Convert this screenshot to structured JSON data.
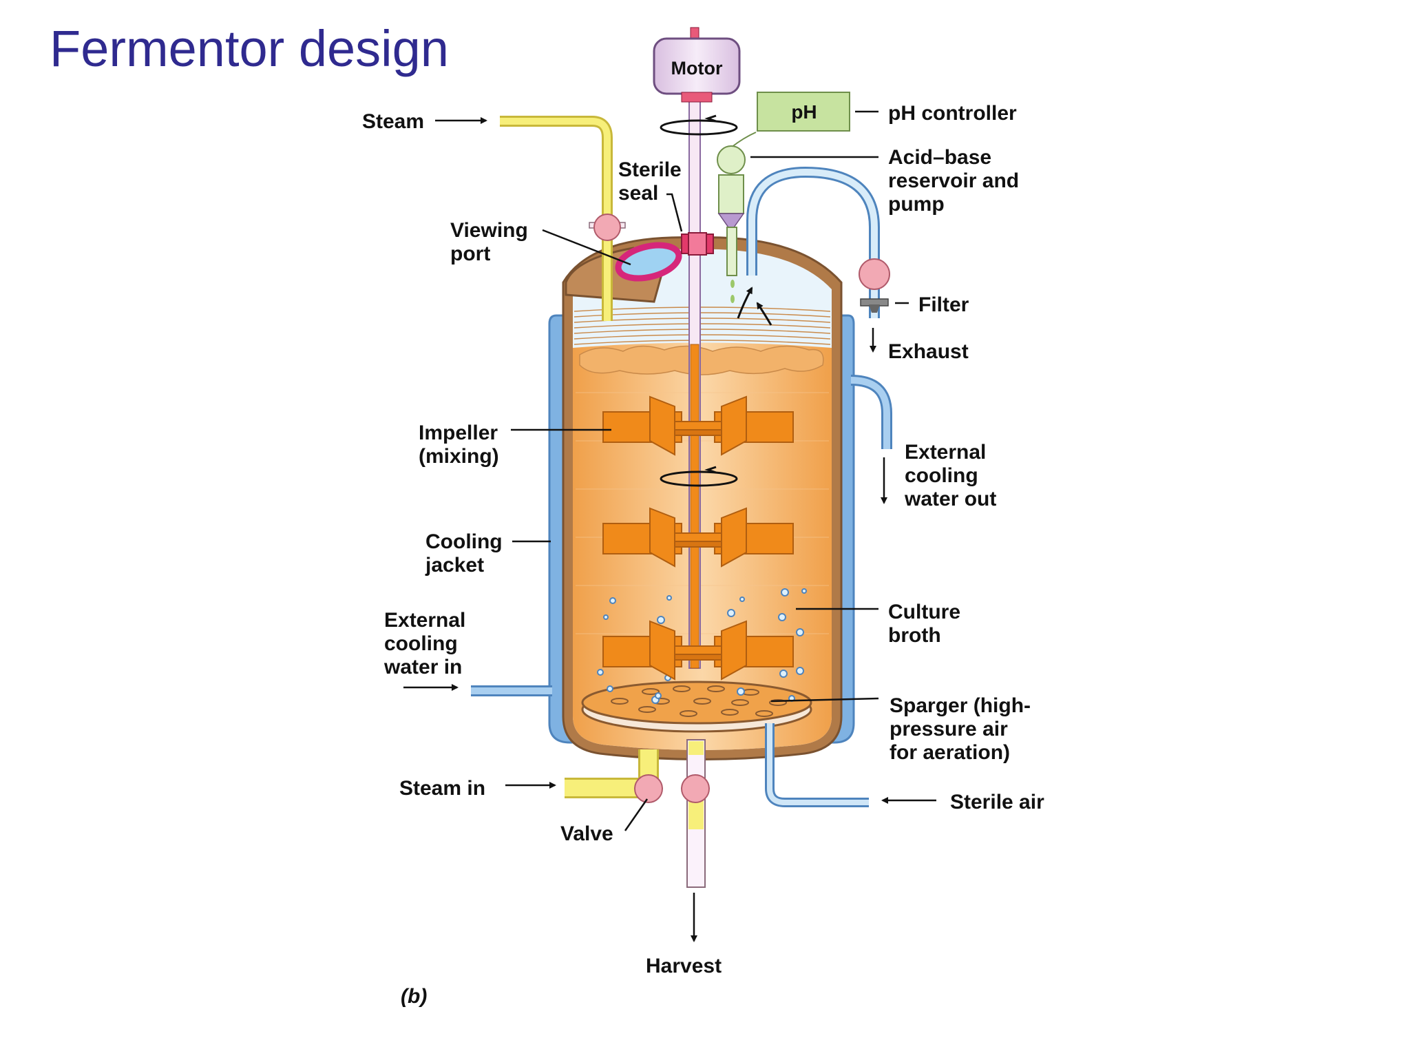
{
  "title": "Fermentor design",
  "figure_label": "(b)",
  "labels": {
    "motor": "Motor",
    "ph_box": "pH",
    "ph_controller": "pH controller",
    "acid_base": [
      "Acid–base",
      "reservoir and",
      "pump"
    ],
    "steam": "Steam",
    "sterile_seal": [
      "Sterile",
      "seal"
    ],
    "viewing_port": [
      "Viewing",
      "port"
    ],
    "filter": "Filter",
    "exhaust": "Exhaust",
    "impeller": [
      "Impeller",
      "(mixing)"
    ],
    "ext_cooling_out": [
      "External",
      "cooling",
      "water out"
    ],
    "cooling_jacket": [
      "Cooling",
      "jacket"
    ],
    "culture_broth": [
      "Culture",
      "broth"
    ],
    "ext_cooling_in": [
      "External",
      "cooling",
      "water in"
    ],
    "sparger": [
      "Sparger (high-",
      "pressure air",
      "for aeration)"
    ],
    "steam_in": "Steam in",
    "sterile_air": "Sterile air",
    "valve": "Valve",
    "harvest": "Harvest"
  },
  "colors": {
    "title": "#2f2a8f",
    "jacket": "#79aee0",
    "broth": "#f0a24a",
    "vessel": "#b07a48",
    "steam_pipe": "#f7ef7a",
    "ph_box": "#c7e3a0",
    "motor": "#e8d6ea",
    "valve": "#f2a9b4",
    "viewing_ring": "#d6267a",
    "impeller": "#f08a1a"
  }
}
